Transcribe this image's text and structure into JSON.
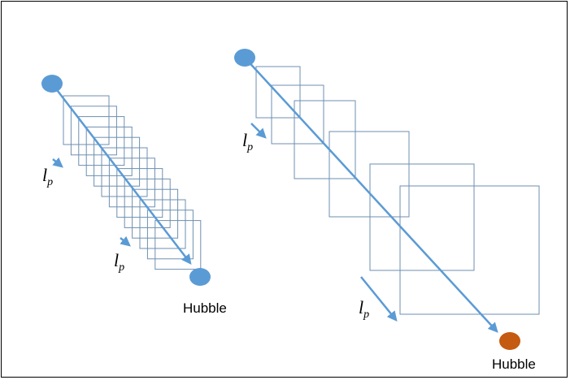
{
  "diagram": {
    "left_panel": {
      "end_label": "Hubble",
      "symbol_main": "l",
      "symbol_sub": "p"
    },
    "right_panel": {
      "end_label": "Hubble",
      "symbol_main": "l",
      "symbol_sub": "p"
    },
    "colors": {
      "start_node": "#5B9BD5",
      "end_node_left": "#5B9BD5",
      "end_node_right": "#C55A11",
      "arrow": "#5B9BD5",
      "box_stroke": "#6E8FB0",
      "frame": "#000000"
    }
  }
}
